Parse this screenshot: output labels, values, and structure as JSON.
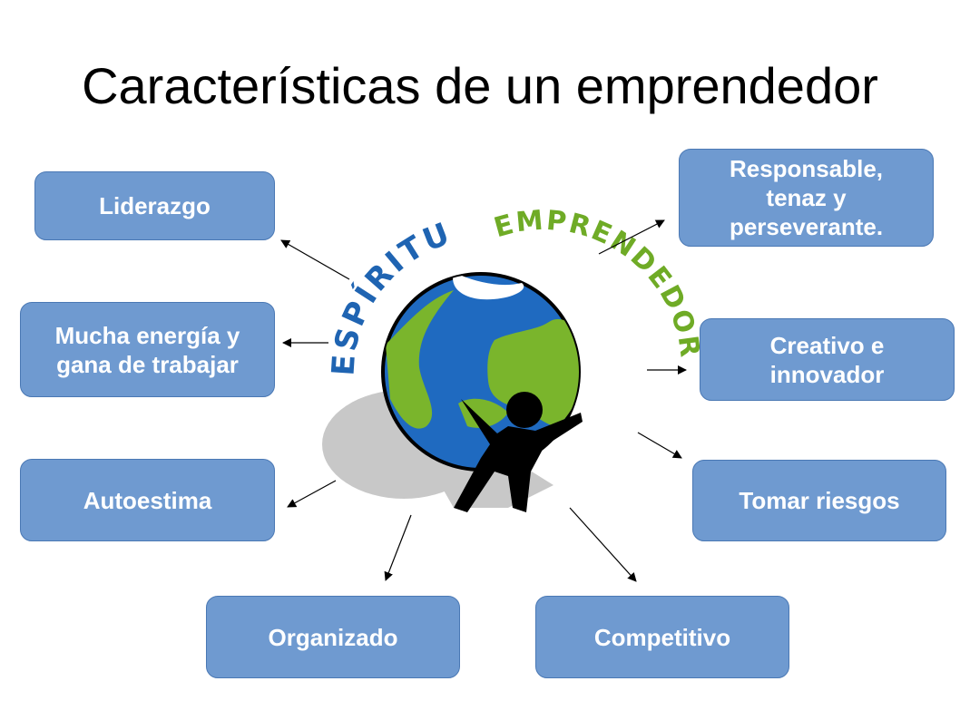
{
  "slide": {
    "title": "Características de un emprendedor"
  },
  "logo": {
    "arc_word_1": "ESPÍRITU",
    "arc_word_2": "EMPRENDEDOR",
    "colors": {
      "word_1": "#1f64b2",
      "word_2": "#6fab26",
      "ocean": "#1f6ac0",
      "land": "#7ab52c",
      "figure": "#000000",
      "shadow": "#c8c8c8"
    }
  },
  "boxes": {
    "liderazgo": "Liderazgo",
    "energia": "Mucha energía y\ngana de trabajar",
    "autoestima": "Autoestima",
    "organizado": "Organizado",
    "competitivo": "Competitivo",
    "riesgos": "Tomar riesgos",
    "creativo": "Creativo e\ninnovador",
    "responsable": "Responsable,\ntenaz y\nperseverante."
  },
  "colors": {
    "box_fill": "#6f9ad0",
    "box_border": "#4a78b4",
    "box_text": "#ffffff",
    "arrow": "#000000"
  }
}
